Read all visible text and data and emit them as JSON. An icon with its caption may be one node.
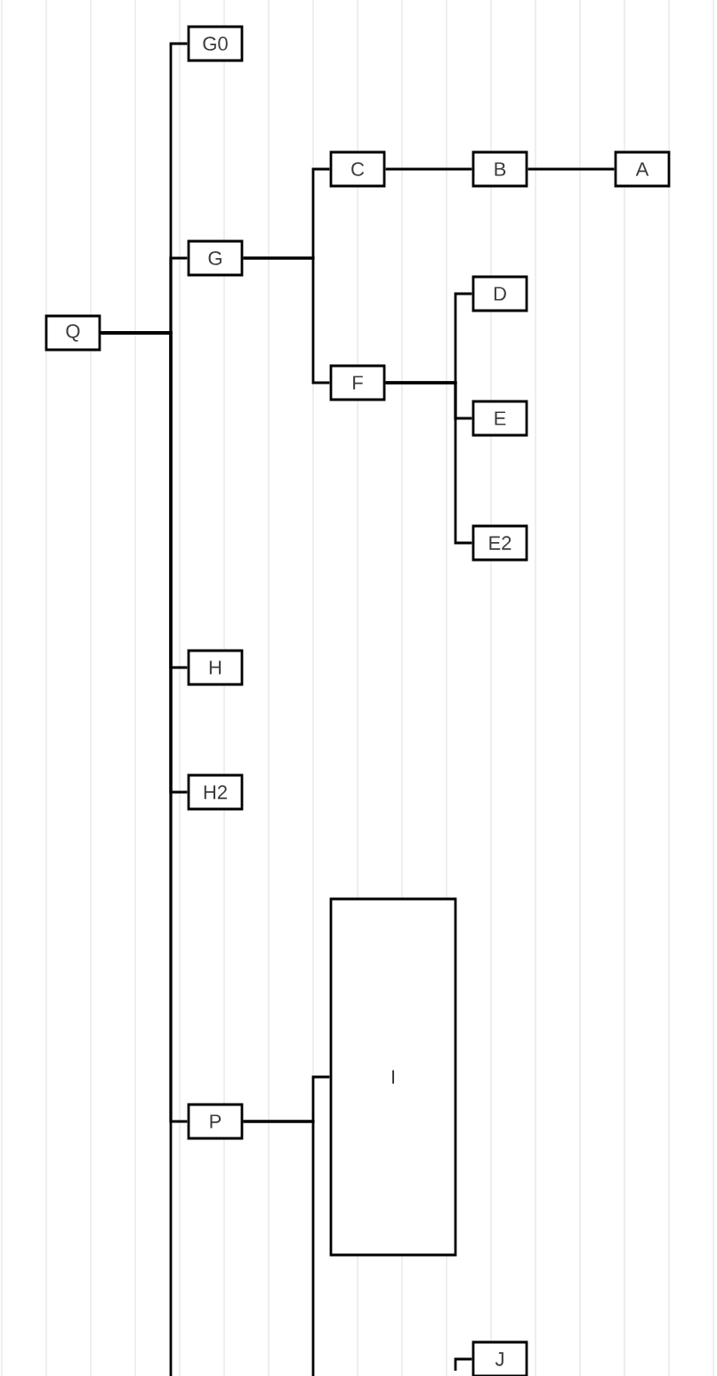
{
  "diagram": {
    "nodes": [
      {
        "text": [
          "Q"
        ]
      },
      {
        "text": [
          "G0"
        ]
      },
      {
        "text": [
          "G"
        ]
      },
      {
        "text": [
          "C"
        ]
      },
      {
        "text": [
          "B"
        ]
      },
      {
        "text": [
          "A"
        ]
      },
      {
        "text": [
          "F"
        ]
      },
      {
        "text": [
          "D"
        ]
      },
      {
        "text": [
          "E"
        ]
      },
      {
        "text": [
          "E2"
        ]
      },
      {
        "text": [
          "H"
        ]
      },
      {
        "text": [
          "H2"
        ]
      },
      {
        "text": [
          "P"
        ]
      },
      {
        "text": [
          "I"
        ]
      },
      {
        "text": [
          "J"
        ]
      }
    ],
    "edges": [
      {
        "from": 0,
        "to": 1,
        "arrow": "none"
      },
      {
        "from": 0,
        "to": 2,
        "arrow": "none"
      },
      {
        "from": 0,
        "to": 10,
        "arrow": "none"
      },
      {
        "from": 0,
        "to": 11,
        "arrow": "none"
      },
      {
        "from": 0,
        "to": 12,
        "arrow": "none"
      },
      {
        "from": 0,
        "to": null,
        "arrow": "none"
      },
      {
        "from": 2,
        "to": 3,
        "arrow": "none"
      },
      {
        "from": 2,
        "to": 6,
        "arrow": "none"
      },
      {
        "from": 3,
        "to": 4,
        "arrow": "none"
      },
      {
        "from": 4,
        "to": 5,
        "arrow": "none"
      },
      {
        "from": 6,
        "to": 7,
        "arrow": "none"
      },
      {
        "from": 6,
        "to": 8,
        "arrow": "none"
      },
      {
        "from": 6,
        "to": 9,
        "arrow": "none"
      },
      {
        "from": 12,
        "to": 13,
        "arrow": "none"
      },
      {
        "from": 12,
        "to": null,
        "arrow": "none"
      },
      {
        "from": null,
        "to": 14,
        "arrow": "none"
      }
    ]
  }
}
